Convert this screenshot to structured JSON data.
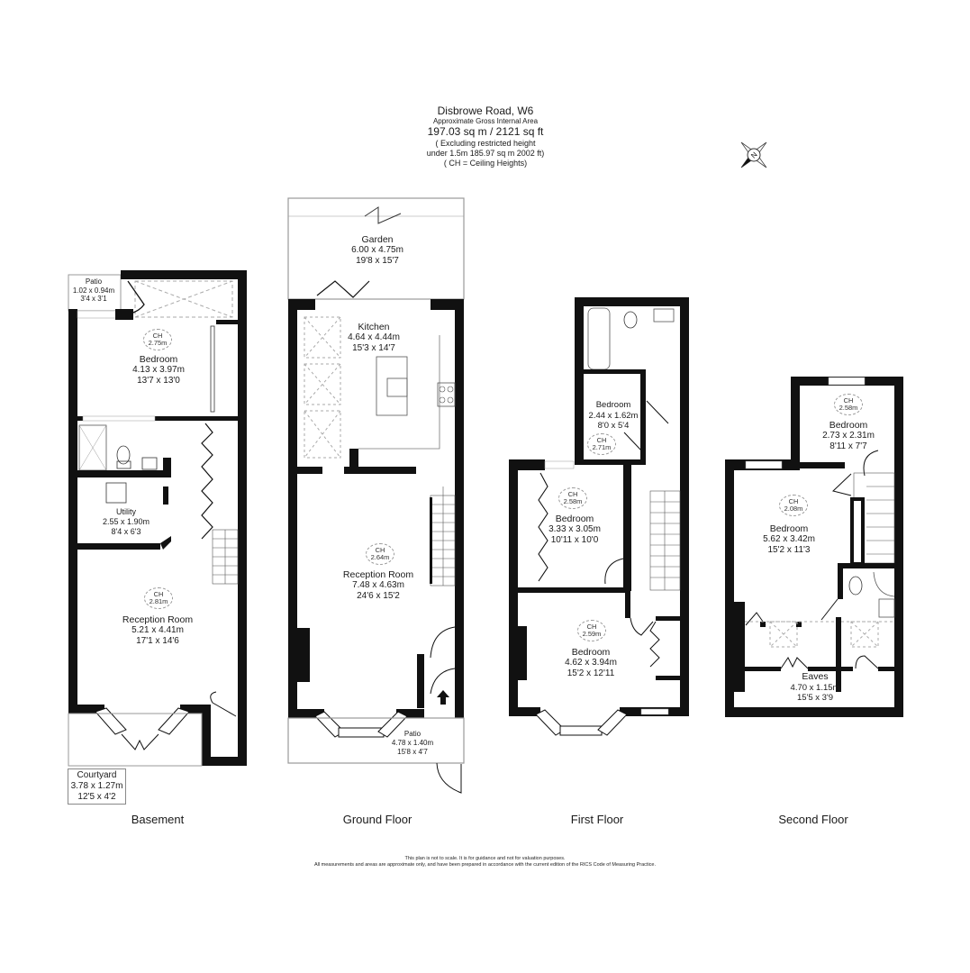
{
  "header": {
    "title": "Disbrowe Road, W6",
    "subtitle": "Approximate Gross Internal Area",
    "area": "197.03 sq m / 2121 sq ft",
    "exclusion_line1": "( Excluding restricted height",
    "exclusion_line2": "under 1.5m 185.97 sq m 2002 ft)",
    "exclusion_line3": "( CH = Ceiling Heights)"
  },
  "compass": {
    "icon": "compass-north-icon",
    "label": "N"
  },
  "floors": {
    "basement": {
      "label": "Basement",
      "rooms": [
        {
          "name": "Patio",
          "metric": "1.02 x 0.94m",
          "imperial": "3'4 x 3'1"
        },
        {
          "name": "Bedroom",
          "metric": "4.13 x 3.97m",
          "imperial": "13'7 x 13'0",
          "ch": "2.75m"
        },
        {
          "name": "Utility",
          "metric": "2.55 x 1.90m",
          "imperial": "8'4 x 6'3"
        },
        {
          "name": "Reception Room",
          "metric": "5.21 x 4.41m",
          "imperial": "17'1 x 14'6",
          "ch": "2.81m"
        },
        {
          "name": "Courtyard",
          "metric": "3.78 x 1.27m",
          "imperial": "12'5 x 4'2"
        }
      ]
    },
    "ground": {
      "label": "Ground Floor",
      "rooms": [
        {
          "name": "Garden",
          "metric": "6.00 x 4.75m",
          "imperial": "19'8 x 15'7"
        },
        {
          "name": "Kitchen",
          "metric": "4.64 x 4.44m",
          "imperial": "15'3 x 14'7"
        },
        {
          "name": "Reception Room",
          "metric": "7.48 x 4.63m",
          "imperial": "24'6 x 15'2",
          "ch": "2.64m"
        },
        {
          "name": "Patio",
          "metric": "4.78 x 1.40m",
          "imperial": "15'8 x 4'7"
        }
      ]
    },
    "first": {
      "label": "First Floor",
      "rooms": [
        {
          "name": "Bedroom",
          "metric": "2.44 x 1.62m",
          "imperial": "8'0 x 5'4",
          "ch": "2.71m"
        },
        {
          "name": "Bedroom",
          "metric": "3.33 x 3.05m",
          "imperial": "10'11 x 10'0",
          "ch": "2.58m"
        },
        {
          "name": "Bedroom",
          "metric": "4.62 x 3.94m",
          "imperial": "15'2 x 12'11",
          "ch": "2.59m"
        }
      ]
    },
    "second": {
      "label": "Second Floor",
      "rooms": [
        {
          "name": "Bedroom",
          "metric": "2.73 x 2.31m",
          "imperial": "8'11 x 7'7",
          "ch": "2.58m"
        },
        {
          "name": "Bedroom",
          "metric": "5.62 x 3.42m",
          "imperial": "15'2 x 11'3",
          "ch": "2.08m"
        },
        {
          "name": "Eaves",
          "metric": "4.70 x 1.15m",
          "imperial": "15'5 x 3'9"
        }
      ]
    }
  },
  "ch_label": "CH",
  "footer": {
    "line1": "This plan is not to scale. It is for guidance and not for valuation purposes.",
    "line2": "All measurements and areas are approximate only, and have been prepared in accordance with the current edition of the RICS Code of Measuring Practice."
  }
}
